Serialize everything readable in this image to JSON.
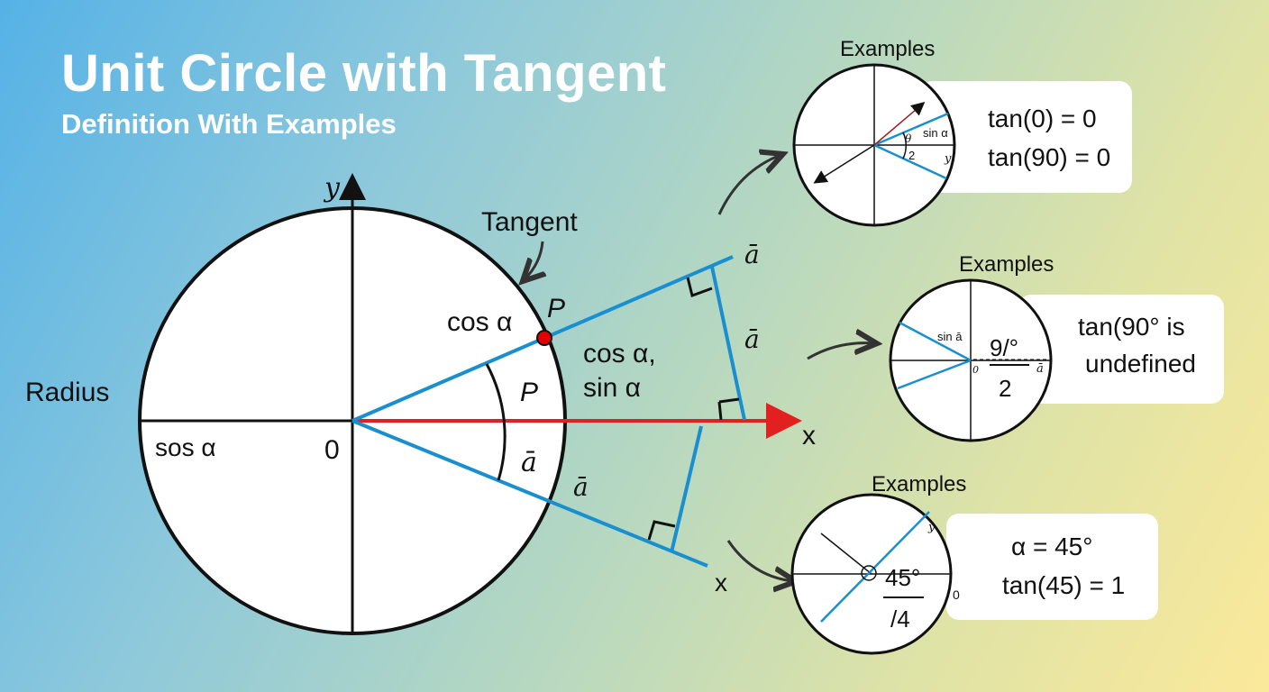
{
  "header": {
    "title": "Unit Circle with Tangent",
    "subtitle": "Definition With Examples"
  },
  "main_diagram": {
    "axis_y": "y",
    "axis_x": "x",
    "axis_x_lower": "x",
    "tangent_label": "Tangent",
    "point_label": "P",
    "angle_label": "P",
    "cos_label": "cos α",
    "coords_line1": "cos α,",
    "coords_line2": "sin α",
    "radius_label": "Radius",
    "sos_label": "sos α",
    "origin_label": "0",
    "a_bar_angle": "ā",
    "a_bar_top": "ā",
    "a_bar_mid": "ā",
    "a_bar_lower": "ā",
    "colors": {
      "tangent_line": "#1a8fd0",
      "x_axis": "#e32020",
      "point": "#e00000"
    }
  },
  "examples": [
    {
      "heading": "Examples",
      "lines": [
        "tan(0) = 0",
        "tan(90) = 0"
      ],
      "circle_labels": {
        "sin": "sin α",
        "theta": "θ",
        "two": "2",
        "y": "y"
      }
    },
    {
      "heading": "Examples",
      "lines": [
        "tan(90°  is",
        "undefined"
      ],
      "circle_labels": {
        "sin": "sin ā",
        "zero": "0",
        "num": "9/°",
        "den": "2",
        "a": "ā"
      }
    },
    {
      "heading": "Examples",
      "lines": [
        "α = 45°",
        "tan(45) = 1"
      ],
      "circle_labels": {
        "y": "y",
        "zero": "0",
        "num": "45°",
        "den": "/4"
      }
    }
  ]
}
